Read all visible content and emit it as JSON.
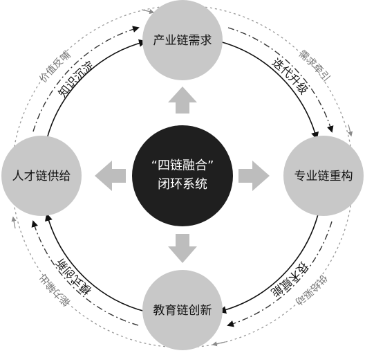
{
  "center": {
    "line1": "“四链融合”",
    "line2": "闭环系统"
  },
  "nodes": {
    "top": "产业链需求",
    "right": "专业链重构",
    "bottom": "教育链创新",
    "left": "人才链供给"
  },
  "inner_labels": {
    "top_right": "迭代升级",
    "bottom_right": "技术赋能",
    "bottom_left": "模式创新",
    "top_left": "知识沉淀"
  },
  "outer_labels": {
    "top_right": "需求牵引",
    "bottom_right": "供给驱动",
    "bottom_left": "能力输出",
    "top_left": "价值反哺"
  },
  "colors": {
    "node_fill": "#c8c8c8",
    "center_fill": "#1f1f1f",
    "arrow_fill": "#bdbdbd",
    "inner_stroke": "#111111",
    "outer_stroke": "#9a9a9a"
  }
}
